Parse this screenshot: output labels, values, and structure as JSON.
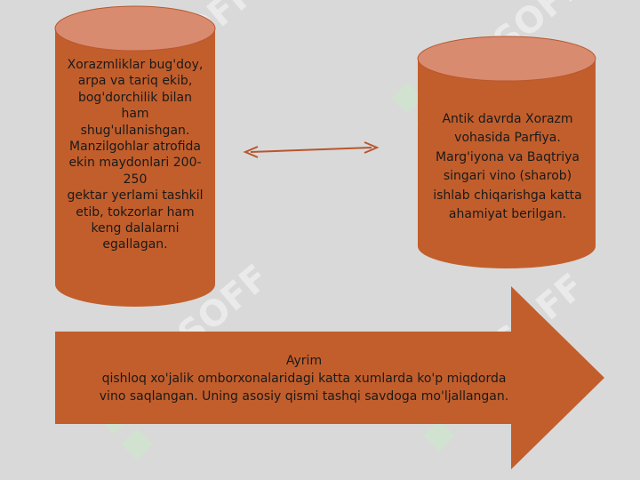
{
  "diagram": {
    "left_cylinder": {
      "lines": [
        "Xorazmliklar bug'doy,",
        "arpa va tariq ekib,",
        "bog'dorchilik bilan",
        "ham",
        "shug'ullanishgan.",
        "Manzilgohlar atrofida",
        "ekin maydonlari 200-",
        "250",
        "gektar yerlami tashkil",
        "etib, tokzorlar ham",
        "keng dalalarni",
        "egallagan."
      ]
    },
    "right_cylinder": {
      "lines": [
        "Antik davrda Xorazm",
        "vohasida Parfiya.",
        "Marg'iyona va Baqtriya",
        "singari vino (sharob)",
        "ishlab chiqarishga katta",
        "ahamiyat berilgan."
      ]
    },
    "arrow": {
      "lines": [
        "Ayrim",
        "qishloq xo'jalik omborxonalaridagi katta xumlarda ko'p miqdorda",
        "vino saqlangan. Uning asosiy qismi tashqi savdoga mo'ljallangan."
      ]
    },
    "colors": {
      "background": "#d9d9d9",
      "shape_fill": "#c25e2c",
      "shape_top": "#d98b70",
      "connector": "#b8562e",
      "watermark": "#ffffff"
    },
    "watermark_text": "SOFF"
  }
}
